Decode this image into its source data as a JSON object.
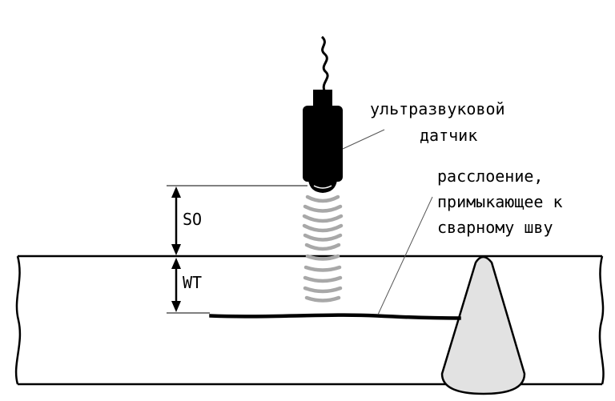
{
  "labels": {
    "sensor_line1": "ультразвуковой",
    "sensor_line2": "датчик",
    "defect_line1": "расслоение,",
    "defect_line2": "примыкающее к",
    "defect_line3": "сварному шву",
    "standoff": "SO",
    "wall_thickness": "WT"
  },
  "colors": {
    "stroke": "#000000",
    "sensor_body": "#000000",
    "wave_arcs": "#a8a8a8",
    "weld_fill": "#e2e2e2",
    "leader_line": "#555555",
    "background": "#ffffff"
  }
}
